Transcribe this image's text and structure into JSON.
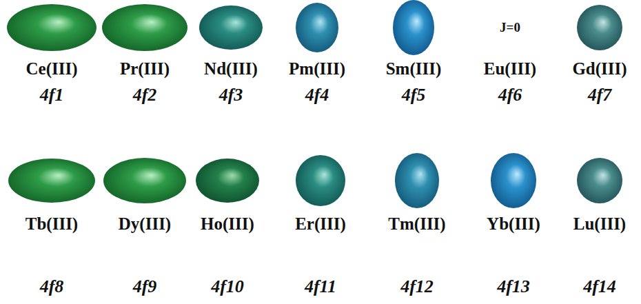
{
  "diagram": {
    "nodes": [
      {
        "text": [
          "Ce(III)",
          "4f1"
        ]
      },
      {
        "text": [
          "Pr(III)",
          "4f2"
        ]
      },
      {
        "text": [
          "Nd(III)",
          "4f3"
        ]
      },
      {
        "text": [
          "Pm(III)",
          "4f4"
        ]
      },
      {
        "text": [
          "Sm(III)",
          "4f5"
        ]
      },
      {
        "text": [
          "J=0",
          "Eu(III)",
          "4f6"
        ]
      },
      {
        "text": [
          "Gd(III)",
          "4f7"
        ]
      },
      {
        "text": [
          "Tb(III)",
          "4f8"
        ]
      },
      {
        "text": [
          "Dy(III)",
          "4f9"
        ]
      },
      {
        "text": [
          "Ho(III)",
          "4f10"
        ]
      },
      {
        "text": [
          "Er(III)",
          "4f11"
        ]
      },
      {
        "text": [
          "Tm(III)",
          "4f12"
        ]
      },
      {
        "text": [
          "Yb(III)",
          "4f13"
        ]
      },
      {
        "text": [
          "Lu(III)",
          "4f14"
        ]
      }
    ]
  }
}
